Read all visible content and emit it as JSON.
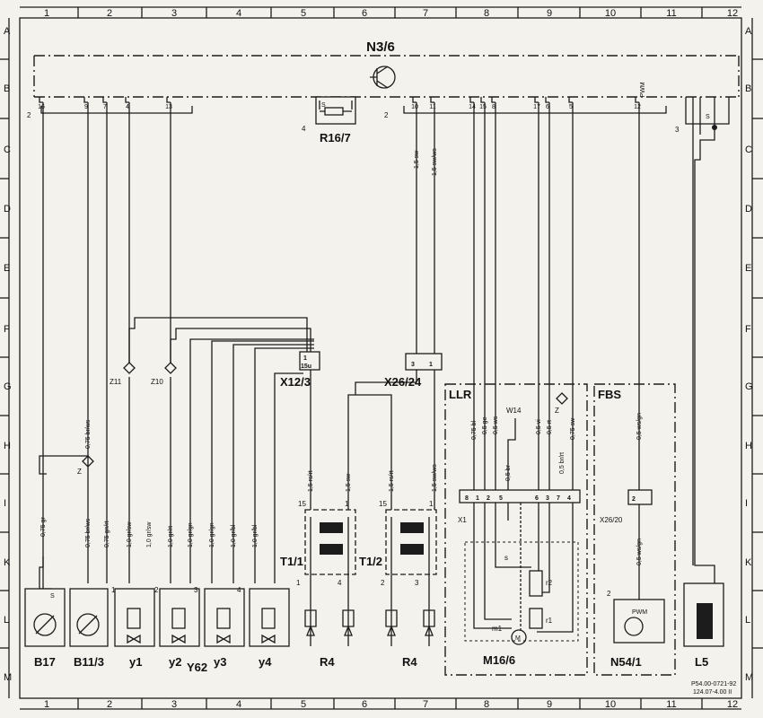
{
  "grid": {
    "columns": [
      "1",
      "2",
      "3",
      "4",
      "5",
      "6",
      "7",
      "8",
      "9",
      "10",
      "11",
      "12"
    ],
    "rows": [
      "A",
      "B",
      "C",
      "D",
      "E",
      "F",
      "G",
      "H",
      "I",
      "K",
      "L",
      "M"
    ]
  },
  "modules": {
    "control_unit": "N3/6",
    "resistor_module": "R16/7",
    "connector_x12": "X12/3",
    "connector_x26_24": "X26/24",
    "llr": "LLR",
    "fbs": "FBS",
    "w14": "W14",
    "x1": "X1",
    "x26_20": "X26/20"
  },
  "groups": {
    "left_2": "2",
    "right_2": "2",
    "r16_4": "4",
    "l5_3": "3",
    "n54_2": "2"
  },
  "control_pins": [
    "16",
    "9",
    "7",
    "4",
    "13",
    "10",
    "11",
    "14",
    "15",
    "8",
    "17",
    "6",
    "5",
    "12"
  ],
  "pwm_label": "PWM",
  "wires": {
    "c16": "0,75 gr",
    "c9": "0,75 br/ws",
    "c7": "0,75 gn/rt",
    "c4": "1,0 gr/sw",
    "c13": "1,0 gr/sw",
    "y2": "1,0 gr/rt",
    "y62": "1,0 gr/gn",
    "y3": "1,0 gr/gn",
    "y4": "1,0 gr/bl",
    "x12b": "1,0 gr/bl",
    "z_upper": "0,75 br/ws",
    "t1_15": "1,5 rs/rt",
    "t1_1": "1,5 sw",
    "t2_15": "1,5 rs/rt",
    "t2_1": "1,5 sw/ws",
    "c10": "1,5 sw",
    "c11": "1,5 sw/ws",
    "llr_bl": "0,75 bl",
    "llr_ge": "0,5 ge",
    "llr_ws": "0,5 ws",
    "w14_br": "0,5 br",
    "llr_vi": "0,5 vi",
    "llr_rt": "0,5 rt",
    "llr_brrt": "0,5 br/rt",
    "llr_sw": "0,75 sw",
    "fbs_upper": "0,5 ws/gn",
    "fbs_lower": "0,5 ws/gn"
  },
  "x12_pins": [
    "1",
    "15u"
  ],
  "x26_24_pins": [
    "3",
    "1"
  ],
  "x1_pins": [
    "8",
    "1",
    "2",
    "5",
    "6",
    "3",
    "7",
    "4"
  ],
  "x26_20_pin": "2",
  "transformers": {
    "t1": "T1/1",
    "t2": "T1/2",
    "t1_pins": [
      "15",
      "1",
      "1",
      "4"
    ],
    "t2_pins": [
      "15",
      "1",
      "2",
      "3"
    ]
  },
  "motor": {
    "label": "M16/6",
    "m1": "m1",
    "r1": "r1",
    "r2": "r2",
    "s": "s",
    "m": "M"
  },
  "fbs_unit": {
    "label": "N54/1",
    "pwm": "PWM"
  },
  "z_marks": [
    "Z11",
    "Z10",
    "Z"
  ],
  "z_letter": "Z",
  "s_letter": "S",
  "components": {
    "b17": "B17",
    "b11_3": "B11/3",
    "y1": "y1",
    "y2": "y2",
    "y62": "Y62",
    "y3": "y3",
    "y4": "y4",
    "r4a": "R4",
    "r4b": "R4",
    "l5": "L5"
  },
  "valve_pins": [
    "1",
    "2",
    "3",
    "4"
  ],
  "ref_code": "P54.00-0721-92",
  "ref_date": "124.07-4.00 II",
  "colors": {
    "ink": "#1c1c1c",
    "paper": "#f4f2ec"
  }
}
